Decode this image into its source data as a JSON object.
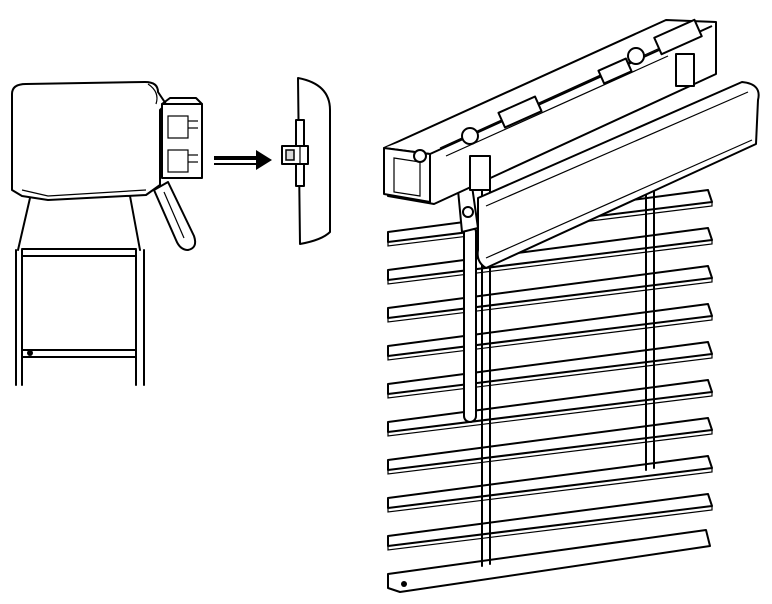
{
  "figure": {
    "colors": {
      "line": "#000000",
      "background": "#ffffff",
      "shade": "#d9d9d9"
    },
    "panels": [
      {
        "name": "headrail-cross-section",
        "icon": "bracket-clip-icon"
      },
      {
        "name": "mounting-bracket",
        "icon": "mounting-bracket-icon"
      },
      {
        "name": "assembled-blind",
        "icon": "venetian-blind-icon"
      }
    ],
    "arrow_icon": "right-arrow-icon",
    "slat_count": 9
  }
}
